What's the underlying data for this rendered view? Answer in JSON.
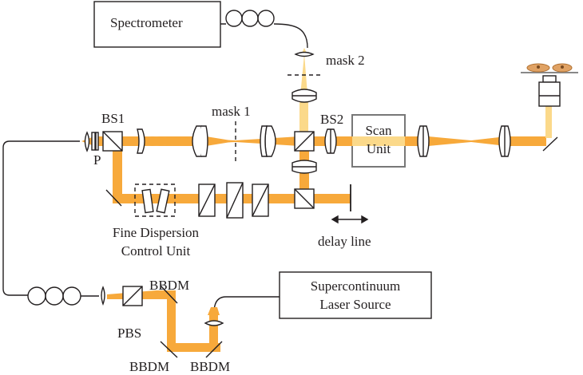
{
  "labels": {
    "spectrometer": "Spectrometer",
    "mask2": "mask 2",
    "mask1": "mask 1",
    "bs1": "BS1",
    "bs2": "BS2",
    "p": "P",
    "scan_unit_line1": "Scan",
    "scan_unit_line2": "Unit",
    "fine_dispersion_line1": "Fine Dispersion",
    "fine_dispersion_line2": "Control Unit",
    "delay_line": "delay line",
    "supercontinuum_line1": "Supercontinuum",
    "supercontinuum_line2": "Laser Source",
    "bbdm_top": "BBDM",
    "pbs": "PBS",
    "bbdm_bottom_left": "BBDM",
    "bbdm_bottom_right": "BBDM"
  },
  "colors": {
    "beam": "#f7a93b",
    "beam_light": "#fbd98a",
    "line": "#231f20"
  }
}
